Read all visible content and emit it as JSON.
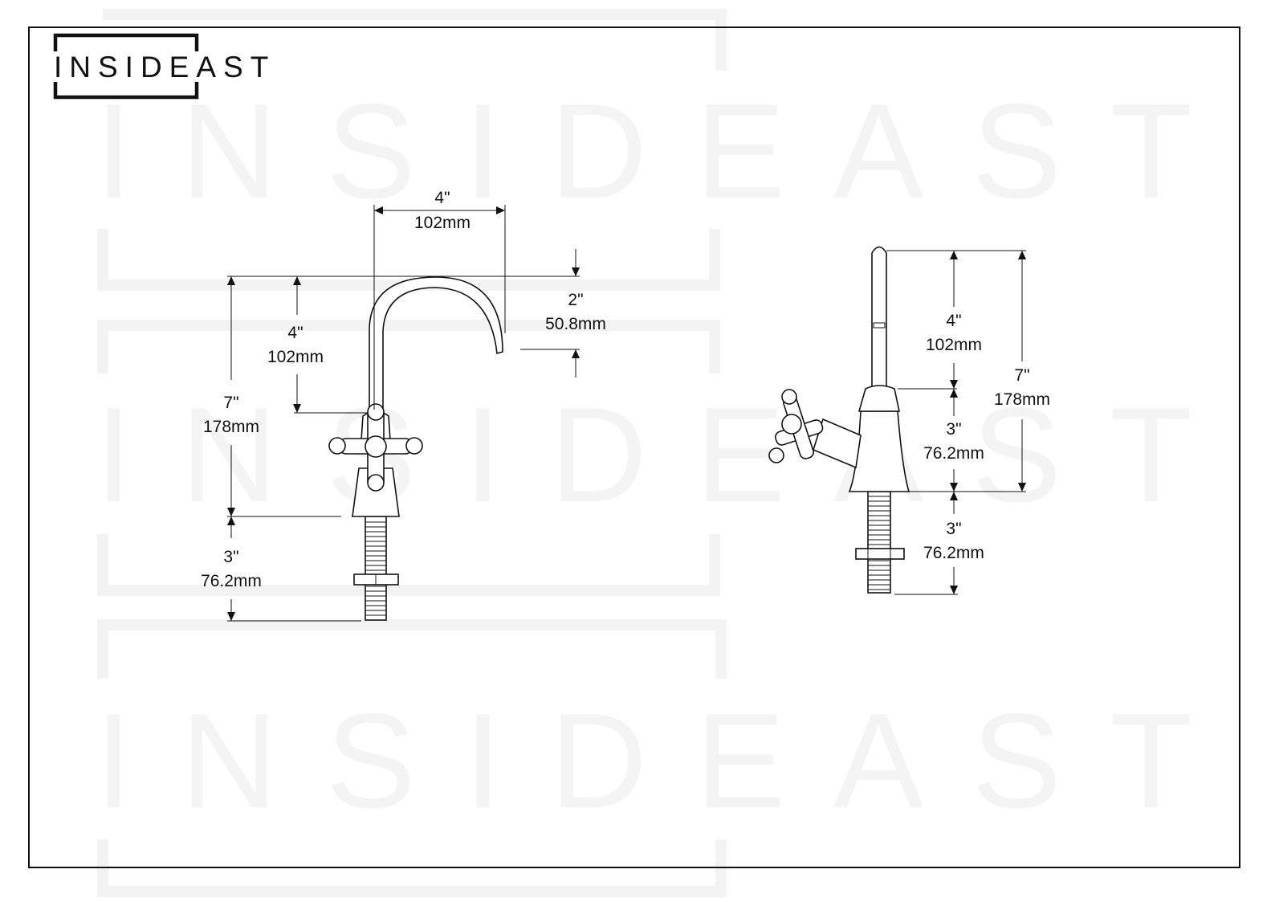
{
  "brand": {
    "name": "INSIDEAST",
    "watermark": "INSIDEAST"
  },
  "front_view": {
    "spout_reach": {
      "inch": "4\"",
      "mm": "102mm"
    },
    "spout_drop": {
      "inch": "2\"",
      "mm": "50.8mm"
    },
    "spout_height": {
      "inch": "4\"",
      "mm": "102mm"
    },
    "total_height": {
      "inch": "7\"",
      "mm": "178mm"
    },
    "shank_length": {
      "inch": "3\"",
      "mm": "76.2mm"
    }
  },
  "side_view": {
    "spout_height": {
      "inch": "4\"",
      "mm": "102mm"
    },
    "total_height": {
      "inch": "7\"",
      "mm": "178mm"
    },
    "body_height": {
      "inch": "3\"",
      "mm": "76.2mm"
    },
    "shank_length": {
      "inch": "3\"",
      "mm": "76.2mm"
    }
  },
  "colors": {
    "line": "#111111",
    "watermark": "#f4f4f4",
    "background": "#ffffff"
  }
}
